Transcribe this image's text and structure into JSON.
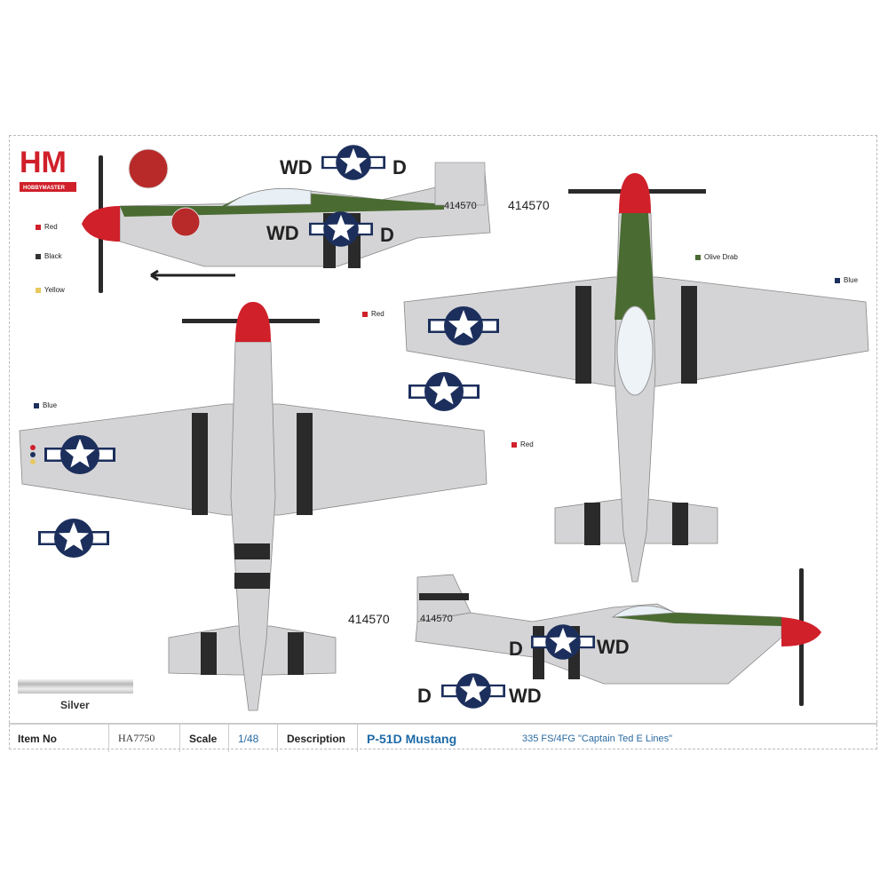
{
  "logo": {
    "text": "HM",
    "subtext": "HOBBYMASTER"
  },
  "colors": {
    "red": "#d0202a",
    "olive_drab": "#4a6b32",
    "blue": "#1c2f5c",
    "silver": "#d4d4d6",
    "black": "#2a2a2a",
    "yellow": "#e8c860"
  },
  "paint_callouts": [
    {
      "name": "Red",
      "color": "#d0202a"
    },
    {
      "name": "Black",
      "color": "#333333"
    },
    {
      "name": "Yellow",
      "color": "#e8c860"
    },
    {
      "name": "Olive Drab",
      "color": "#4a6b32"
    },
    {
      "name": "Blue",
      "color": "#1c2f5c"
    },
    {
      "name": "Red",
      "color": "#d0202a"
    },
    {
      "name": "Blue",
      "color": "#1c2f5c"
    },
    {
      "name": "Red",
      "color": "#d0202a"
    }
  ],
  "markings": {
    "code": "WD",
    "letter": "D",
    "serial": "414570"
  },
  "swatch": {
    "label": "Silver"
  },
  "footer": {
    "item_label": "Item No",
    "item_value": "HA7750",
    "scale_label": "Scale",
    "scale_value": "1/48",
    "description_label": "Description",
    "model": "P-51D Mustang",
    "subtitle": "335 FS/4FG \"Captain Ted E Lines\""
  }
}
